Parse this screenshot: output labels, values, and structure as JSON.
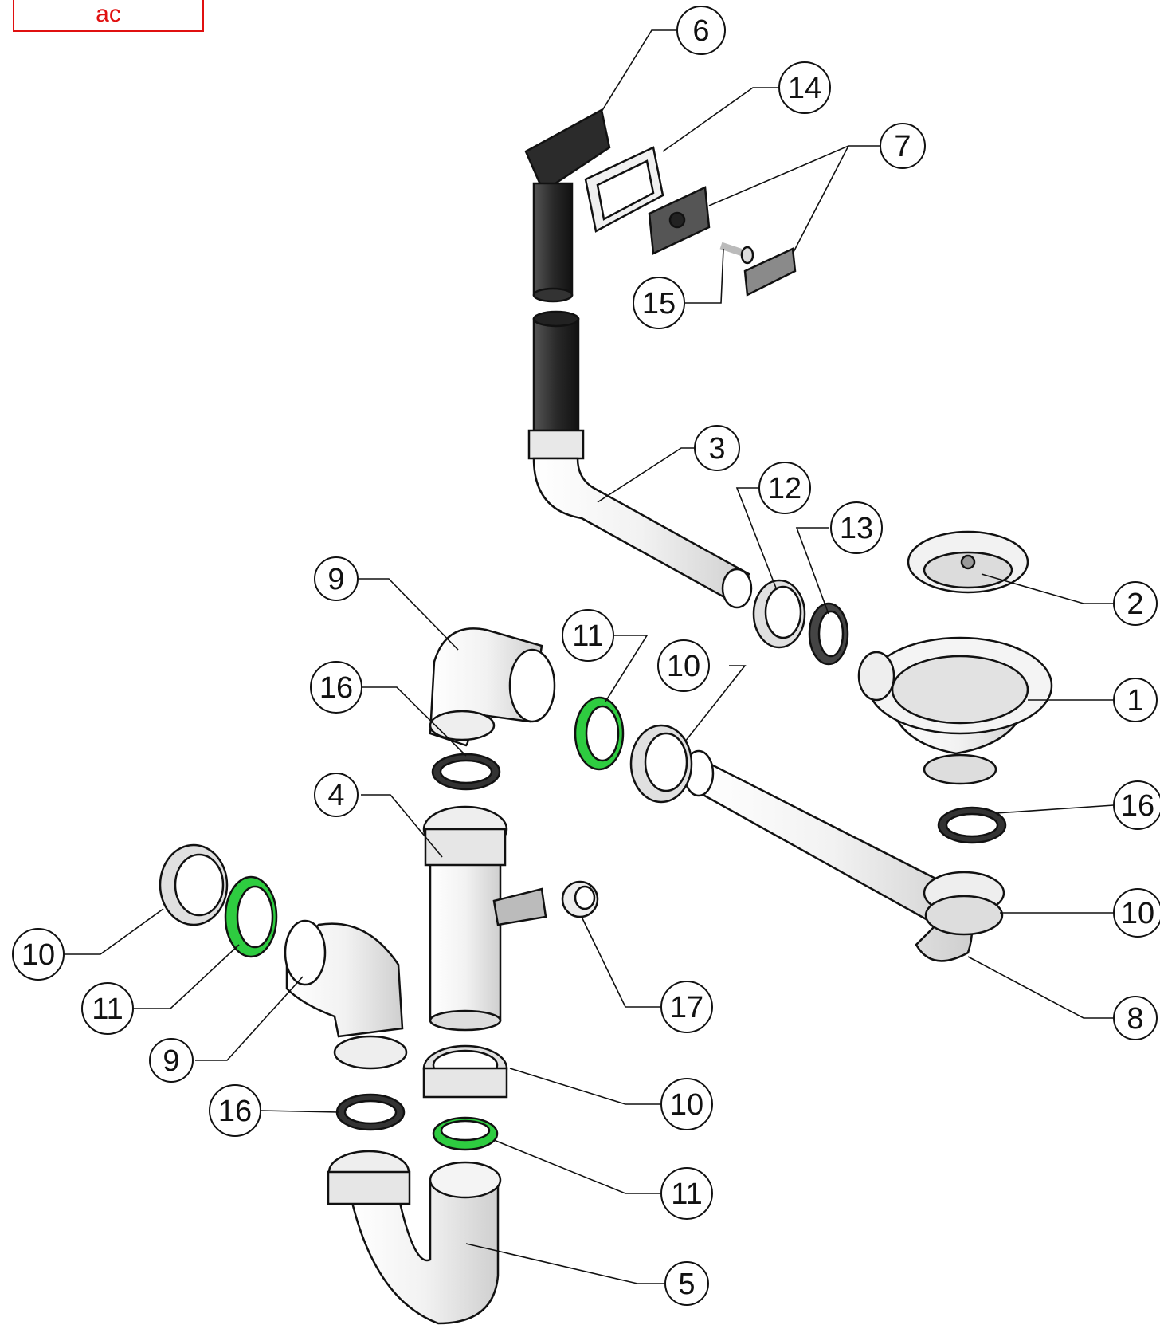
{
  "corner_tag": "ac",
  "callouts": [
    "6",
    "14",
    "7",
    "15",
    "3",
    "12",
    "13",
    "2",
    "9",
    "11",
    "10",
    "1",
    "16",
    "4",
    "16",
    "10",
    "10",
    "11",
    "9",
    "17",
    "8",
    "16",
    "10",
    "11",
    "5"
  ],
  "colors": {
    "seal_green": "#2ecc40",
    "line": "#111111",
    "corner_tag": "#e01010"
  }
}
